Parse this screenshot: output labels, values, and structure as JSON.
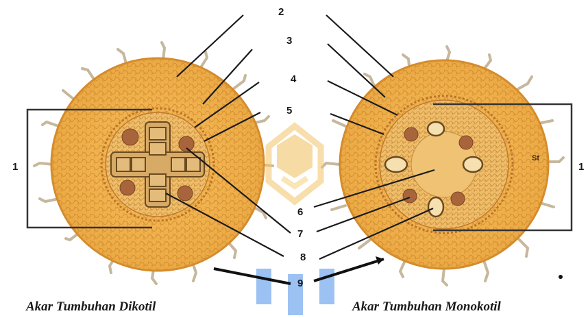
{
  "labels": {
    "n1_left": "1",
    "n1_right": "1",
    "n2": "2",
    "n3": "3",
    "n4": "4",
    "n5": "5",
    "n6": "6",
    "n7": "7",
    "n8": "8",
    "n9": "9",
    "st": "St"
  },
  "captions": {
    "left": "Akar Tumbuhan Dikotil",
    "right": "Akar Tumbuhan Monokotil"
  },
  "colors": {
    "cell_fill": "#f2b24a",
    "cell_line": "#d48a2a",
    "epidermis": "#e9a848",
    "hair": "#c9b89a",
    "stele": "#e8b55e",
    "xylem": "#c89a58",
    "phloem": "#a0603a",
    "watermark": "#f1c36a",
    "watermark_blue": "#6fa6ee"
  }
}
